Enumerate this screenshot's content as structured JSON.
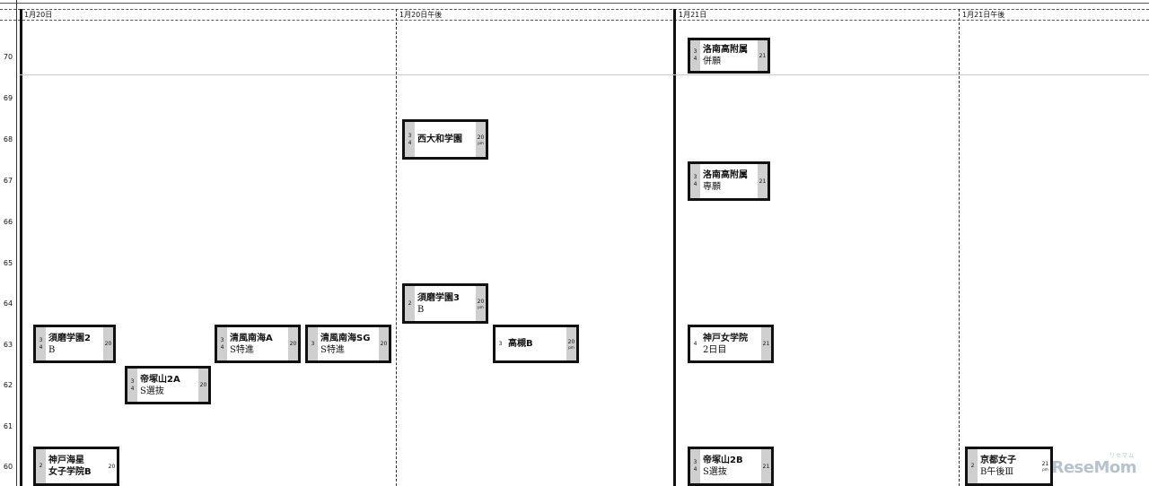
{
  "columns": [
    "1月20日",
    "1月20日午後",
    "1月21日",
    "1月21日午後"
  ],
  "y_labels": [
    "70",
    "69",
    "68",
    "67",
    "66",
    "65",
    "64",
    "63",
    "62",
    "61",
    "60"
  ],
  "cards": [
    {
      "name": "洛南高附属",
      "sub": "併願",
      "left": [
        "3",
        "4"
      ],
      "right": "21",
      "pm": ""
    },
    {
      "name": "西大和学園",
      "sub": "",
      "left": [
        "3",
        "4"
      ],
      "right": "20",
      "pm": "pm"
    },
    {
      "name": "洛南高附属",
      "sub": "専願",
      "left": [
        "3",
        "4"
      ],
      "right": "21",
      "pm": ""
    },
    {
      "name": "須磨学園3",
      "sub": "B",
      "left": [
        "2"
      ],
      "right": "20",
      "pm": "pm"
    },
    {
      "name": "須磨学園2",
      "sub": "B",
      "left": [
        "3",
        "4"
      ],
      "right": "20",
      "pm": ""
    },
    {
      "name": "清風南海A",
      "sub": "S特進",
      "left": [
        "3",
        "4"
      ],
      "right": "20",
      "pm": ""
    },
    {
      "name": "清風南海SG",
      "sub": "S特進",
      "left": [
        "3"
      ],
      "right": "20",
      "pm": ""
    },
    {
      "name": "高槻B",
      "sub": "",
      "left": [
        "3"
      ],
      "right": "20",
      "pm": "pm"
    },
    {
      "name": "神戸女学院",
      "sub": "2日目",
      "left": [
        "4"
      ],
      "right": "21",
      "pm": ""
    },
    {
      "name": "帝塚山2A",
      "sub": "S選抜",
      "left": [
        "3",
        "4"
      ],
      "right": "20",
      "pm": ""
    },
    {
      "name": "神戸海星",
      "sub": "女子学院B",
      "left": [
        "2"
      ],
      "right": "20",
      "pm": ""
    },
    {
      "name": "帝塚山2B",
      "sub": "S選抜",
      "left": [
        "3",
        "4"
      ],
      "right": "21",
      "pm": ""
    },
    {
      "name": "京都女子",
      "sub": "B午後Ⅲ",
      "left": [
        "2"
      ],
      "right": "21",
      "pm": "pm"
    }
  ],
  "logo": {
    "text": "ReseMom",
    "small": "リセマム"
  }
}
